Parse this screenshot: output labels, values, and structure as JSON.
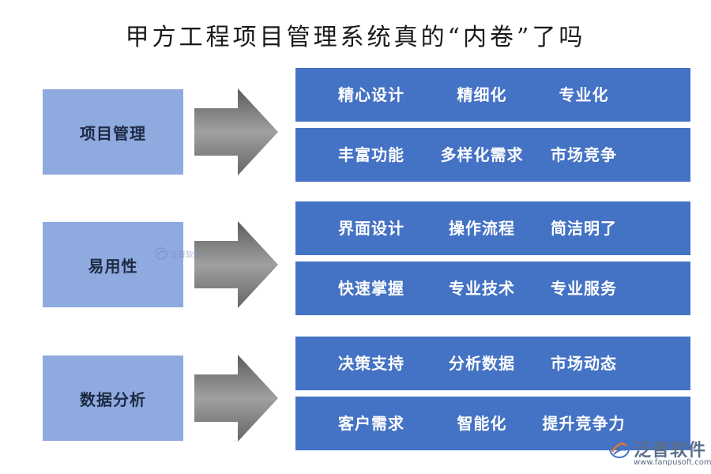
{
  "title": "甲方工程项目管理系统真的“内卷”了吗",
  "groups": [
    {
      "category": "项目管理",
      "rows": [
        [
          "精心设计",
          "精细化",
          "专业化"
        ],
        [
          "丰富功能",
          "多样化需求",
          "市场竞争"
        ]
      ]
    },
    {
      "category": "易用性",
      "rows": [
        [
          "界面设计",
          "操作流程",
          "简洁明了"
        ],
        [
          "快速掌握",
          "专业技术",
          "专业服务"
        ]
      ]
    },
    {
      "category": "数据分析",
      "rows": [
        [
          "决策支持",
          "分析数据",
          "市场动态"
        ],
        [
          "客户需求",
          "智能化",
          "提升竞争力"
        ]
      ]
    }
  ],
  "watermark": {
    "small_text": "泛普软件",
    "logo_text": "泛普软件",
    "logo_url": "www.fanpusoft.com"
  },
  "colors": {
    "category_fill": "#8eaadf",
    "panel_fill": "#4472c4",
    "arrow_gradient": [
      "#5c5c5c",
      "#9a9a9a",
      "#6a6a6a"
    ]
  }
}
